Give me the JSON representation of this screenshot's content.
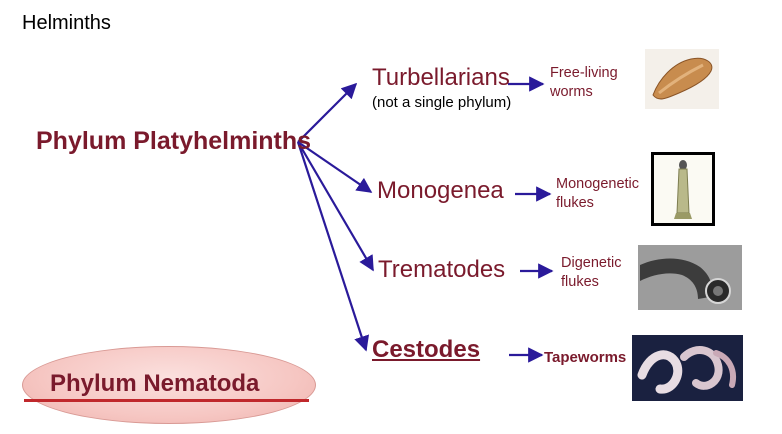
{
  "page_title": "Helminths",
  "root": "Phylum Platyhelminths",
  "classes": [
    {
      "name": "Turbellarians",
      "note": "(not a single phylum)",
      "description": "Free-living worms",
      "image": "flatworm-photo"
    },
    {
      "name": "Monogenea",
      "description": "Monogenetic flukes",
      "image": "monogenean-photo"
    },
    {
      "name": "Trematodes",
      "description": "Digenetic flukes",
      "image": "trematode-photo"
    },
    {
      "name": "Cestodes",
      "description": "Tapeworms",
      "image": "tapeworm-photo"
    }
  ],
  "other_phylum": "Phylum Nematoda",
  "colors": {
    "text_maroon": "#7a1a2c",
    "arrow_blue": "#2a1a9a",
    "ellipse_fill": "#f6c7c3",
    "underline_red": "#c0282c"
  }
}
